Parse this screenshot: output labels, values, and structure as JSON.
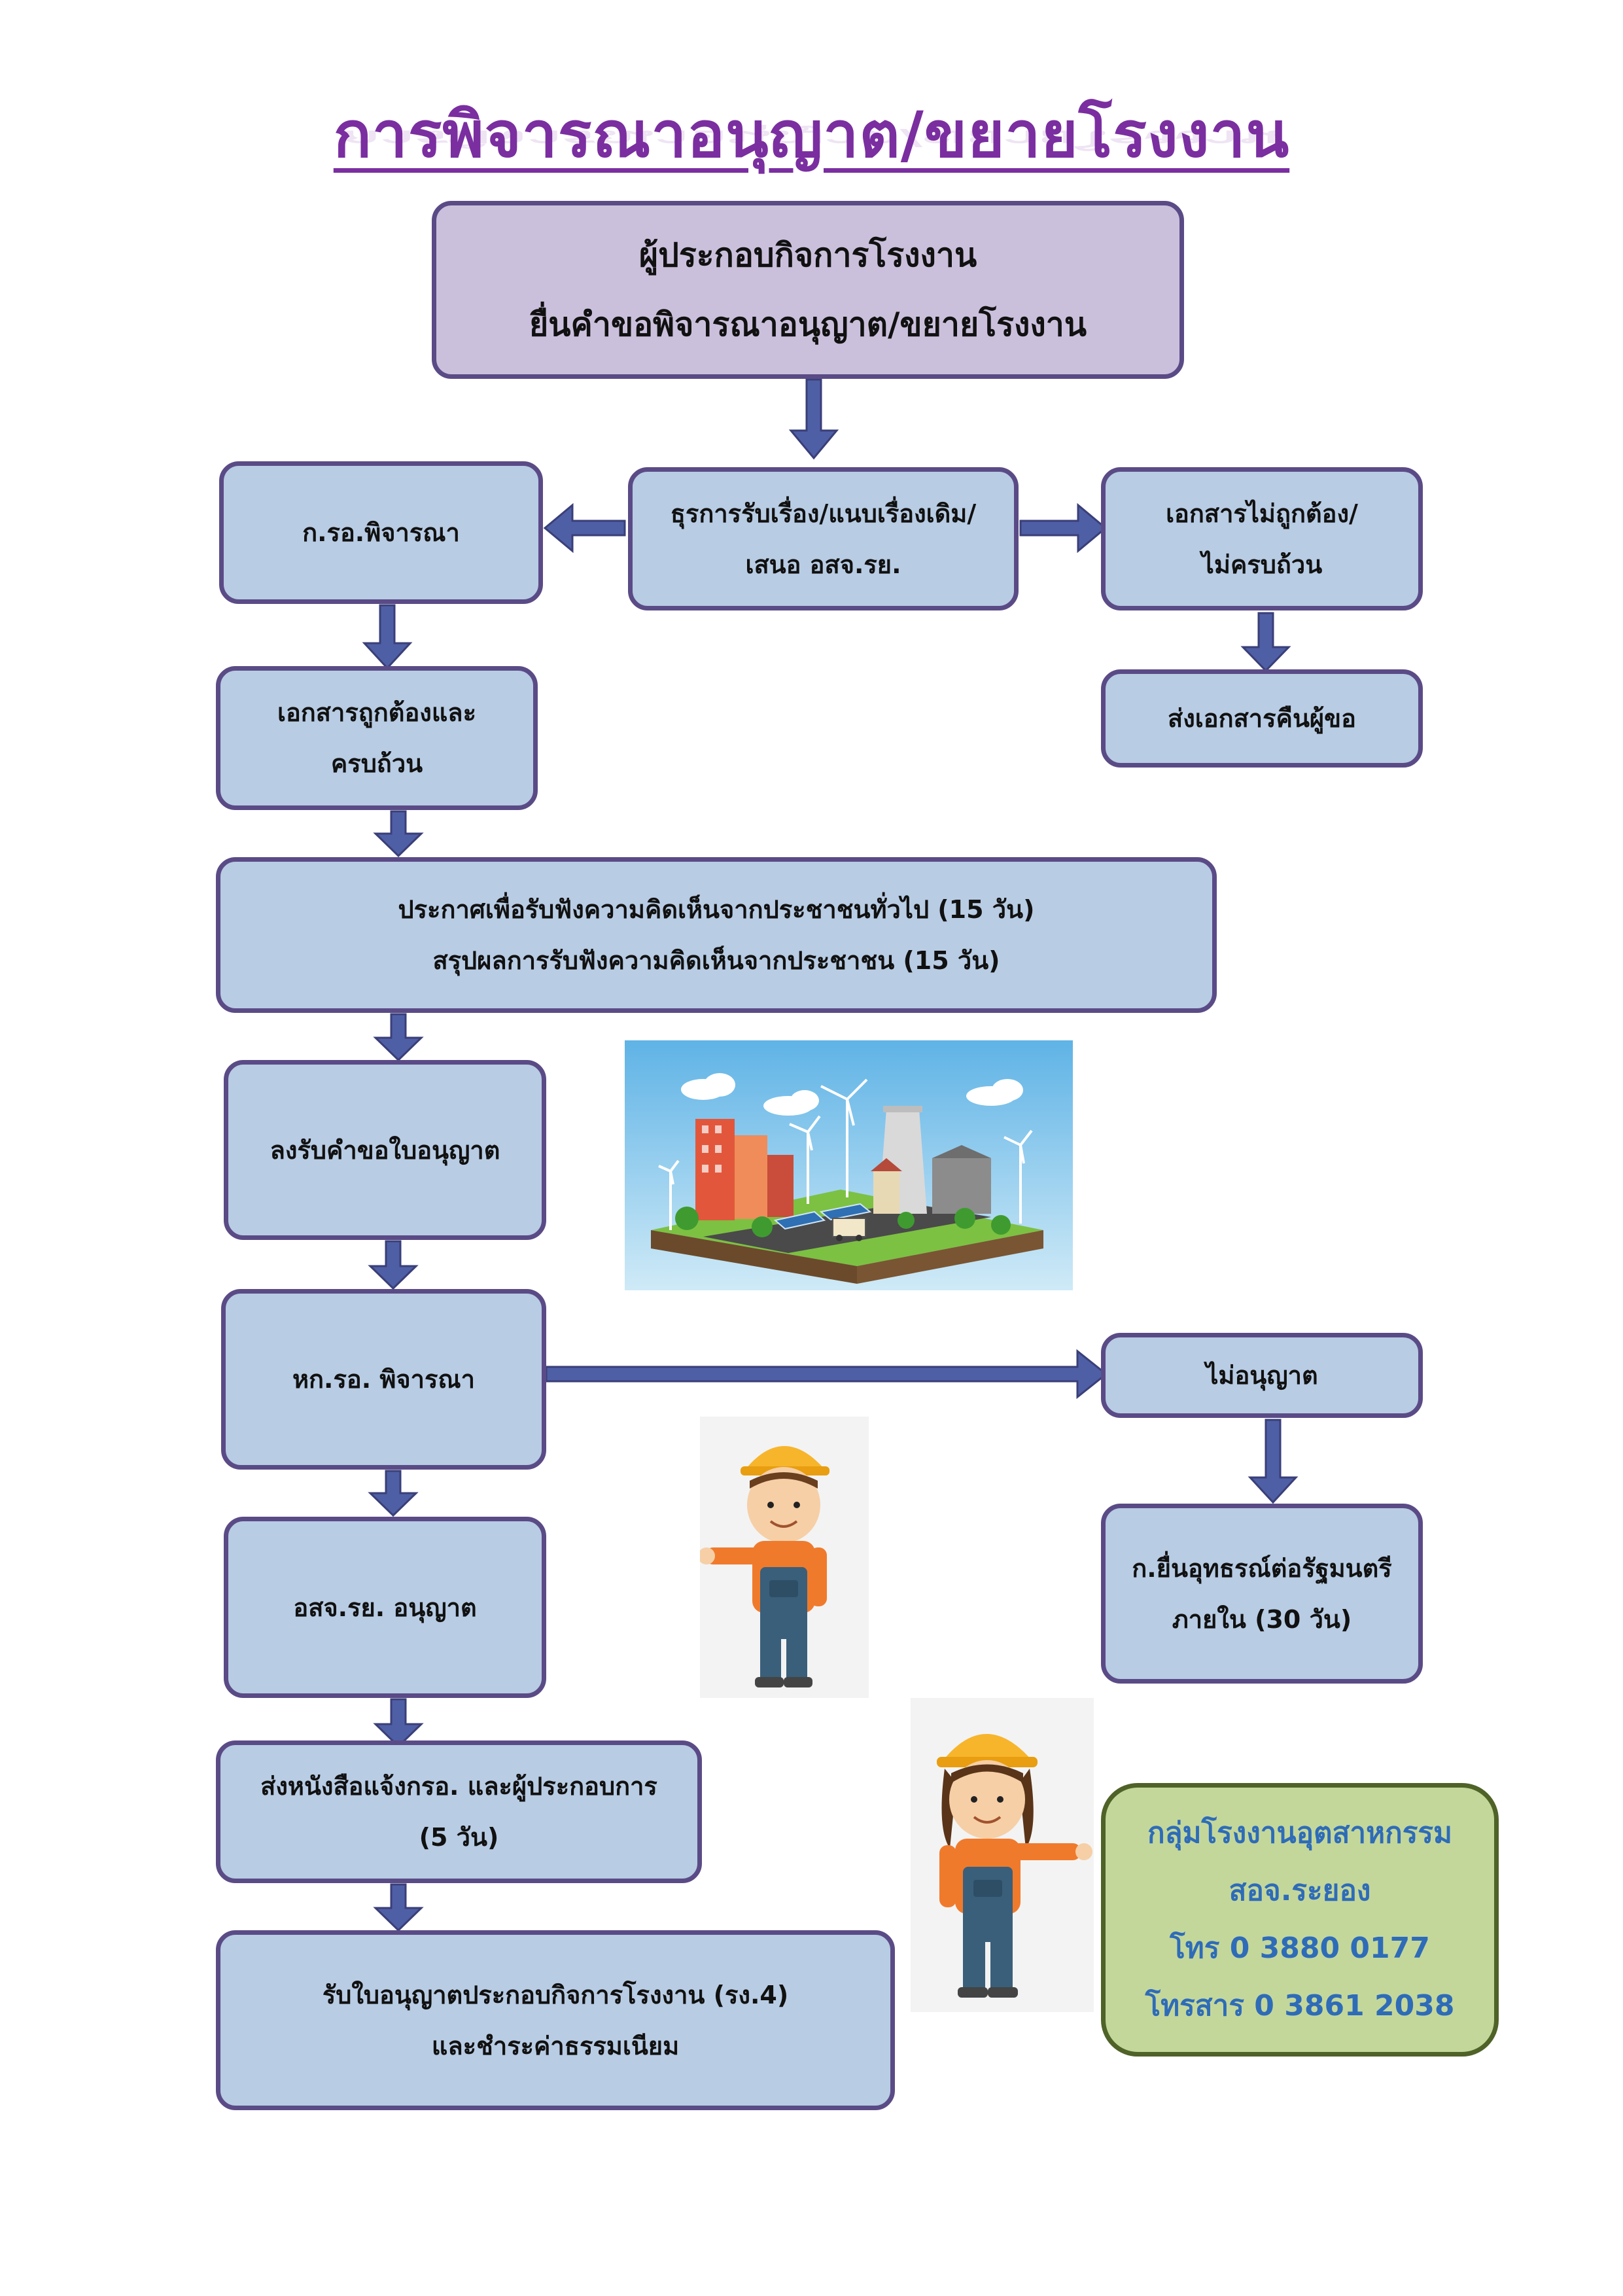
{
  "title": "การพิจารณาอนุญาต/ขยายโรงงาน",
  "colors": {
    "box_fill": "#b8cce4",
    "box_border": "#5a4b86",
    "top_box_fill": "#cbc0dc",
    "title": "#7a2ea0",
    "contact_fill": "#c4d79b",
    "contact_text": "#2e6cb8",
    "arrow": "#4f5fa6"
  },
  "nodes": {
    "applicant": {
      "line1": "ผู้ประกอบกิจการโรงงาน",
      "line2": "ยื่นคำขอพิจารณาอนุญาต/ขยายโรงงาน"
    },
    "registry": {
      "line1": "ธุรการรับเรื่อง/แนบเรื่องเดิม/",
      "line2": "เสนอ อสจ.รย."
    },
    "krao_consider": {
      "line1": "ก.รอ.พิจารณา"
    },
    "docs_incorrect": {
      "line1": "เอกสารไม่ถูกต้อง/",
      "line2": "ไม่ครบถ้วน"
    },
    "docs_correct": {
      "line1": "เอกสารถูกต้องและ",
      "line2": "ครบถ้วน"
    },
    "return_docs": {
      "line1": "ส่งเอกสารคืนผู้ขอ"
    },
    "public_hearing": {
      "line1": "ประกาศเพื่อรับฟังความคิดเห็นจากประชาชนทั่วไป (15 วัน)",
      "line2": "สรุปผลการรับฟังความคิดเห็นจากประชาชน (15 วัน)"
    },
    "sign_request": {
      "line1": "ลงรับคำขอใบอนุญาต"
    },
    "hkrao_consider": {
      "line1": "หก.รอ. พิจารณา"
    },
    "not_permitted": {
      "line1": "ไม่อนุญาต"
    },
    "appeal": {
      "line1": "ก.ยื่นอุทธรณ์ต่อรัฐมนตรี",
      "line2": "ภายใน (30 วัน)"
    },
    "permitted": {
      "line1": "อสจ.รย. อนุญาต"
    },
    "notify": {
      "line1": "ส่งหนังสือแจ้งกรอ. และผู้ประกอบการ",
      "line2": "(5 วัน)"
    },
    "receive_license": {
      "line1": "รับใบอนุญาตประกอบกิจการโรงงาน (รง.4)",
      "line2": "และชำระค่าธรรมเนียม"
    }
  },
  "contact": {
    "group": "กลุ่มโรงงานอุตสาหกรรม",
    "office": "สอจ.ระยอง",
    "phone": "โทร 0 3880 0177",
    "fax": "โทรสาร 0 3861 2038"
  },
  "illustrations": [
    "city-factory-illustration",
    "engineer-male-illustration",
    "engineer-female-illustration"
  ]
}
